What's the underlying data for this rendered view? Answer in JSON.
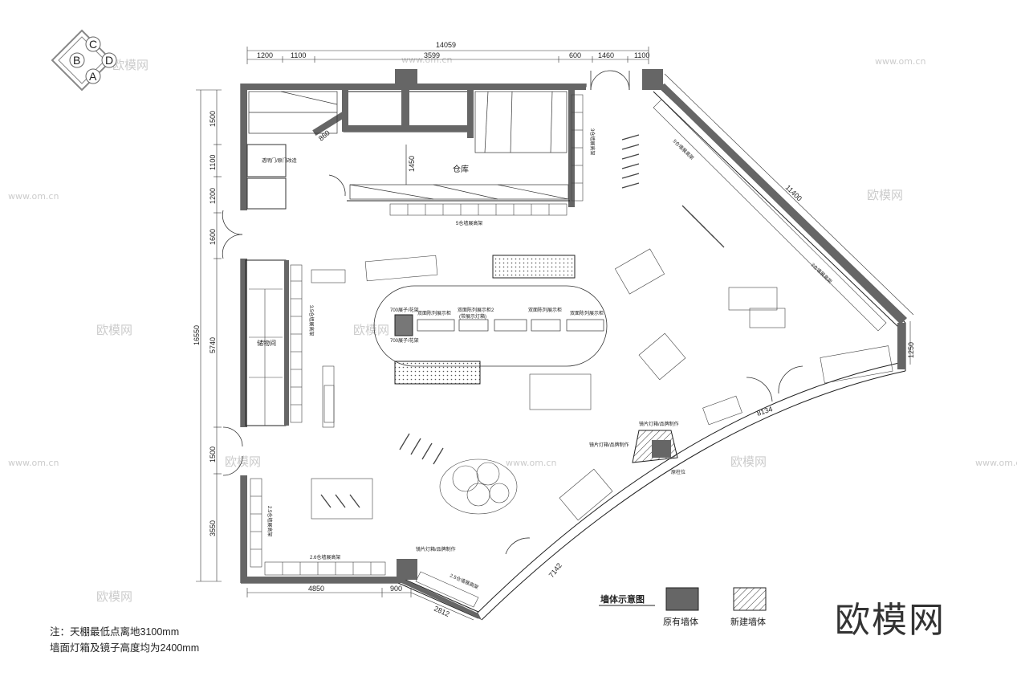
{
  "logo": {
    "letters": [
      "C",
      "B",
      "D",
      "A"
    ]
  },
  "watermark": {
    "site": "www.om.cn",
    "text": "欧模网"
  },
  "dimensions": {
    "top_total": "14059",
    "top_segments": [
      "1200",
      "1100",
      "3599",
      "600",
      "1460",
      "1100"
    ],
    "left_total": "16550",
    "left_segments": [
      "1500",
      "1100",
      "1200",
      "1600",
      "5740",
      "1500",
      "3550"
    ],
    "bottom_segments": [
      "4850",
      "900",
      "2812"
    ],
    "diag_right": "11400",
    "right": "1250",
    "arc_upper": "8134",
    "arc_lower": "7142",
    "storage_h": "1450",
    "storage_small": "860"
  },
  "rooms": {
    "warehouse": "仓库",
    "storage_left": "储物间"
  },
  "labels": {
    "shelf_5": "5仓墙展高架",
    "shelf_3": "3仓墙展高架",
    "shelf_2_5": "2.5仓墙展高架",
    "shelf_3_5": "3.5仓墙展高架",
    "shelf_2_6": "2.6仓墙展高架",
    "shelf_5b": "5仓墙展高架",
    "shelf_diag": "2.5仓墙展高架",
    "counter_a": "700展子/花架",
    "counter_b": "700展子/花架",
    "island_a": "双面陈列展示柜",
    "island_b": "双面陈列展示柜2",
    "island_c": "双面陈列展示柜",
    "island_d": "双面陈列展示柜",
    "cabinet_note": "(带展示灯箱)",
    "mirror": "镜片灯箱/品牌制作",
    "lightbox": "镜片灯箱/品牌制作",
    "pillar": "原柱位",
    "door_note": "透明门/原门改造"
  },
  "legend": {
    "title": "墙体示意图",
    "existing": "原有墙体",
    "new": "新建墙体"
  },
  "notes": {
    "line1": "注：天棚最低点离地3100mm",
    "line2": "墙面灯箱及镜子高度均为2400mm"
  },
  "brand": "欧模网"
}
